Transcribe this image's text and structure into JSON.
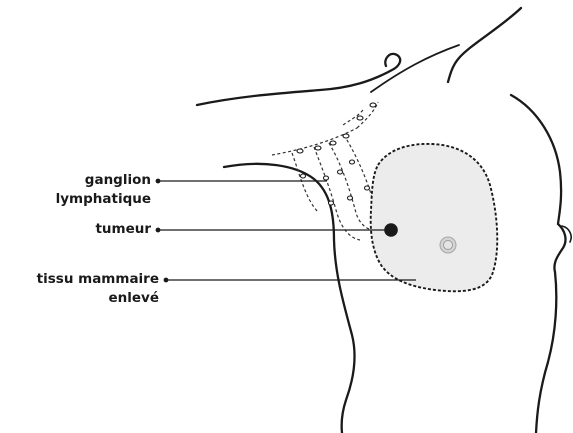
{
  "labels": {
    "ganglion": [
      "ganglion",
      "lymphatique"
    ],
    "tumeur": [
      "tumeur"
    ],
    "tissu": [
      "tissu mammaire",
      "enlevé"
    ]
  },
  "colors": {
    "ink": "#1a1a1a",
    "tissue_fill": "#ececec",
    "background": "#ffffff"
  }
}
